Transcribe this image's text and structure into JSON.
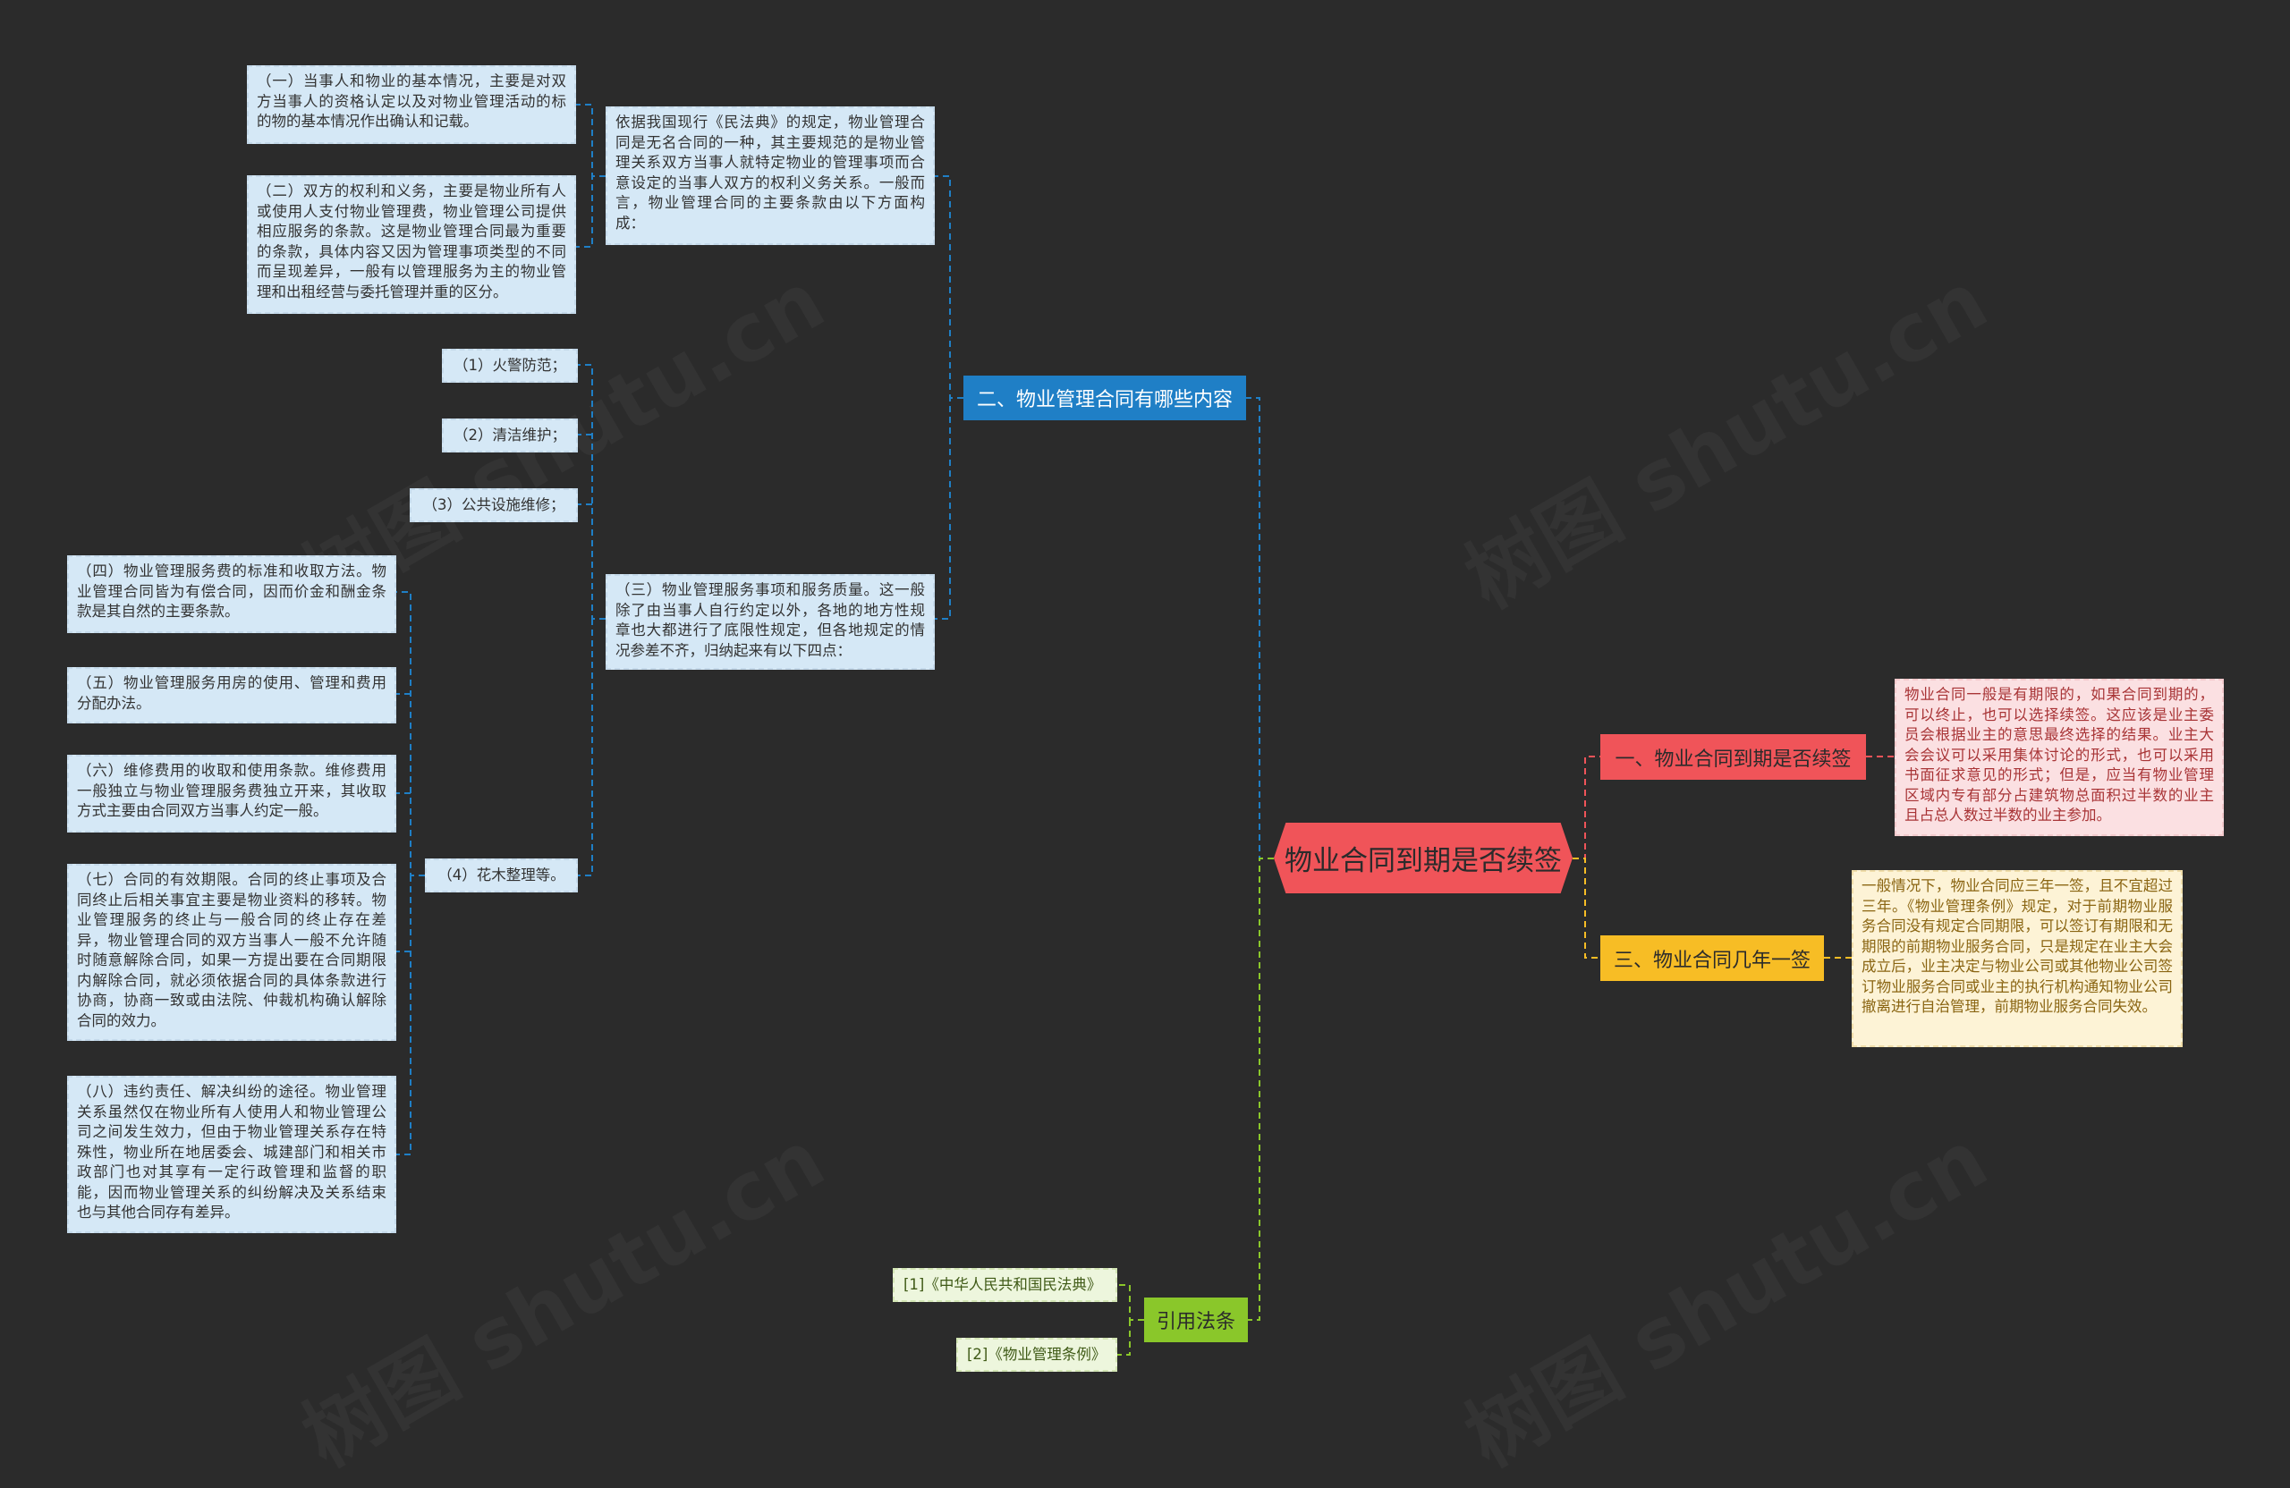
{
  "root": {
    "title": "物业合同到期是否续签"
  },
  "branches": {
    "content": {
      "label": "二、物业管理合同有哪些内容",
      "intro": "依据我国现行《民法典》的规定，物业管理合同是无名合同的一种，其主要规范的是物业管理关系双方当事人就特定物业的管理事项而合意设定的当事人双方的权利义务关系。一般而言，物业管理合同的主要条款由以下方面构成：",
      "items": {
        "i1": "（一）当事人和物业的基本情况，主要是对双方当事人的资格认定以及对物业管理活动的标的物的基本情况作出确认和记载。",
        "i2": "（二）双方的权利和义务，主要是物业所有人或使用人支付物业管理费，物业管理公司提供相应服务的条款。这是物业管理合同最为重要的条款，具体内容又因为管理事项类型的不同而呈现差异，一般有以管理服务为主的物业管理和出租经营与委托管理并重的区分。",
        "i3": "（三）物业管理服务事项和服务质量。这一般除了由当事人自行约定以外，各地的地方性规章也大都进行了底限性规定，但各地规定的情况参差不齐，归纳起来有以下四点：",
        "s1": "（1）火警防范；",
        "s2": "（2）清洁维护；",
        "s3": "（3）公共设施维修；",
        "s4": "（4）花木整理等。",
        "i4": "（四）物业管理服务费的标准和收取方法。物业管理合同皆为有偿合同，因而价金和酬金条款是其自然的主要条款。",
        "i5": "（五）物业管理服务用房的使用、管理和费用分配办法。",
        "i6": "（六）维修费用的收取和使用条款。维修费用一般独立与物业管理服务费独立开来，其收取方式主要由合同双方当事人约定一般。",
        "i7": "（七）合同的有效期限。合同的终止事项及合同终止后相关事宜主要是物业资料的移转。物业管理服务的终止与一般合同的终止存在差异，物业管理合同的双方当事人一般不允许随时随意解除合同，如果一方提出要在合同期限内解除合同，就必须依据合同的具体条款进行协商，协商一致或由法院、仲裁机构确认解除合同的效力。",
        "i8": "（八）违约责任、解决纠纷的途径。物业管理关系虽然仅在物业所有人使用人和物业管理公司之间发生效力，但由于物业管理关系存在特殊性，物业所在地居委会、城建部门和相关市政部门也对其享有一定行政管理和监督的职能，因而物业管理关系的纠纷解决及关系结束也与其他合同存有差异。"
      }
    },
    "renew": {
      "label": "一、物业合同到期是否续签",
      "text": "物业合同一般是有期限的，如果合同到期的，可以终止，也可以选择续签。这应该是业主委员会根据业主的意思最终选择的结果。业主大会会议可以采用集体讨论的形式，也可以采用书面征求意见的形式；但是，应当有物业管理区域内专有部分占建筑物总面积过半数的业主且占总人数过半数的业主参加。"
    },
    "years": {
      "label": "三、物业合同几年一签",
      "text": "一般情况下，物业合同应三年一签，且不宜超过三年。《物业管理条例》规定，对于前期物业服务合同没有规定合同期限，可以签订有期限和无期限的前期物业服务合同，只是规定在业主大会成立后，业主决定与物业公司或其他物业公司签订物业服务合同或业主的执行机构通知物业公司撤离进行自治管理，前期物业服务合同失效。"
    },
    "laws": {
      "label": "引用法条",
      "l1": "[1]《中华人民共和国民法典》",
      "l2": "[2]《物业管理条例》"
    }
  },
  "colors": {
    "background": "#2b2b2b",
    "root": "#f05459",
    "blue_branch": "#1f7fc6",
    "red_branch": "#f05459",
    "yellow_branch": "#f7bd25",
    "green_branch": "#8ac72a"
  }
}
